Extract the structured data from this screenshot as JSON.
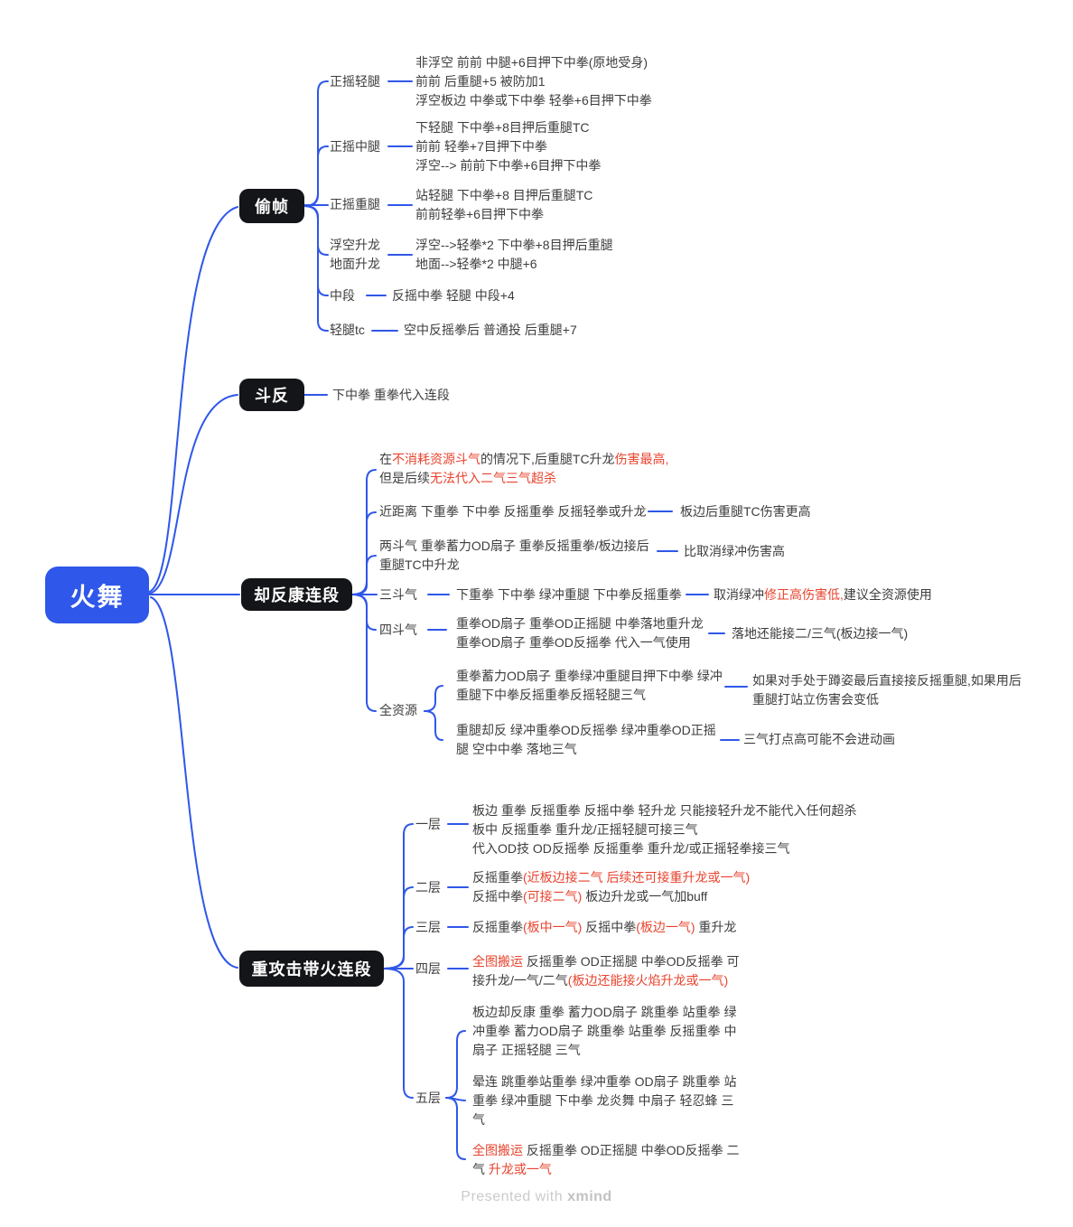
{
  "colors": {
    "accent": "#2f57e9",
    "node_bg": "#141518",
    "text": "#3d3d3d",
    "red": "#e8432e",
    "footer": "#cbcbcb"
  },
  "root": {
    "label": "火舞"
  },
  "b1": {
    "label": "偷帧",
    "c1": {
      "label": "正摇轻腿",
      "lines": [
        [
          {
            "t": "非浮空 前前 中腿+6目押下中拳(原地受身)"
          }
        ],
        [
          {
            "t": "前前 后重腿+5 被防加1"
          }
        ],
        [
          {
            "t": "浮空板边 中拳或下中拳 轻拳+6目押下中拳"
          }
        ]
      ]
    },
    "c2": {
      "label": "正摇中腿",
      "lines": [
        [
          {
            "t": "下轻腿 下中拳+8目押后重腿TC"
          }
        ],
        [
          {
            "t": "前前 轻拳+7目押下中拳"
          }
        ],
        [
          {
            "t": "浮空--> 前前下中拳+6目押下中拳"
          }
        ]
      ]
    },
    "c3": {
      "label": "正摇重腿",
      "lines": [
        [
          {
            "t": "站轻腿 下中拳+8 目押后重腿TC"
          }
        ],
        [
          {
            "t": "前前轻拳+6目押下中拳"
          }
        ]
      ]
    },
    "c4": {
      "label_lines": [
        [
          {
            "t": "浮空升龙"
          }
        ],
        [
          {
            "t": "地面升龙"
          }
        ]
      ],
      "lines": [
        [
          {
            "t": "浮空-->轻拳*2  下中拳+8目押后重腿"
          }
        ],
        [
          {
            "t": "地面-->轻拳*2 中腿+6"
          }
        ]
      ]
    },
    "c5": {
      "label": "中段",
      "lines": [
        [
          {
            "t": "反摇中拳 轻腿 中段+4"
          }
        ]
      ]
    },
    "c6": {
      "label": "轻腿tc",
      "lines": [
        [
          {
            "t": "空中反摇拳后 普通投 后重腿+7"
          }
        ]
      ]
    }
  },
  "b2": {
    "label": "斗反",
    "c1": {
      "lines": [
        [
          {
            "t": "下中拳 重拳代入连段"
          }
        ]
      ]
    }
  },
  "b3": {
    "label": "却反康连段",
    "c1": {
      "lines": [
        [
          {
            "t": "在"
          },
          {
            "t": "不消耗资源斗气",
            "r": 1
          },
          {
            "t": "的情况下,后重腿TC升龙",
            "r": 0
          },
          {
            "t": "伤害最高,",
            "r": 1
          }
        ],
        [
          {
            "t": "但是后续"
          },
          {
            "t": "无法代入二气三气超杀",
            "r": 1
          }
        ]
      ]
    },
    "c2": {
      "lines": [
        [
          {
            "t": "近距离 下重拳 下中拳 反摇重拳 反摇轻拳或升龙"
          }
        ]
      ],
      "note": {
        "lines": [
          [
            {
              "t": "板边后重腿TC伤害更高"
            }
          ]
        ]
      }
    },
    "c3": {
      "lines": [
        [
          {
            "t": "两斗气 重拳蓄力OD扇子 重拳反摇重拳/板边接后"
          }
        ],
        [
          {
            "t": "重腿TC中升龙"
          }
        ]
      ],
      "note": {
        "lines": [
          [
            {
              "t": "比取消绿冲伤害高"
            }
          ]
        ]
      }
    },
    "c4": {
      "label": "三斗气",
      "lines": [
        [
          {
            "t": "下重拳 下中拳 绿冲重腿 下中拳反摇重拳"
          }
        ]
      ],
      "note": {
        "lines": [
          [
            {
              "t": "取消绿冲"
            },
            {
              "t": "修正高伤害低,",
              "r": 1
            },
            {
              "t": "建议全资源使用"
            }
          ]
        ]
      }
    },
    "c5": {
      "label": "四斗气",
      "lines": [
        [
          {
            "t": "重拳OD扇子 重拳OD正摇腿 中拳落地重升龙"
          }
        ],
        [
          {
            "t": "重拳OD扇子 重拳OD反摇拳 代入一气使用"
          }
        ]
      ],
      "note": {
        "lines": [
          [
            {
              "t": "落地还能接二/三气(板边接一气)"
            }
          ]
        ]
      }
    },
    "c6": {
      "label": "全资源",
      "a": {
        "lines": [
          [
            {
              "t": "重拳蓄力OD扇子 重拳绿冲重腿目押下中拳 绿冲"
            }
          ],
          [
            {
              "t": "重腿下中拳反摇重拳反摇轻腿三气"
            }
          ]
        ],
        "note": {
          "lines": [
            [
              {
                "t": "如果对手处于蹲姿最后直接接反摇重腿,如果用后"
              }
            ],
            [
              {
                "t": "重腿打站立伤害会变低"
              }
            ]
          ]
        }
      },
      "b": {
        "lines": [
          [
            {
              "t": "重腿却反 绿冲重拳OD反摇拳 绿冲重拳OD正摇"
            }
          ],
          [
            {
              "t": "腿 空中中拳 落地三气"
            }
          ]
        ],
        "note": {
          "lines": [
            [
              {
                "t": "三气打点高可能不会进动画"
              }
            ]
          ]
        }
      }
    }
  },
  "b4": {
    "label": "重攻击带火连段",
    "c1": {
      "label": "一层",
      "lines": [
        [
          {
            "t": "板边 重拳 反摇重拳 反摇中拳 轻升龙 只能接轻升龙不能代入任何超杀"
          }
        ],
        [
          {
            "t": "板中 反摇重拳 重升龙/正摇轻腿可接三气"
          }
        ],
        [
          {
            "t": "代入OD技  OD反摇拳 反摇重拳 重升龙/或正摇轻拳接三气"
          }
        ]
      ]
    },
    "c2": {
      "label": "二层",
      "lines": [
        [
          {
            "t": "反摇重拳"
          },
          {
            "t": "(近板边接二气 后续还可接重升龙或一气)",
            "r": 1
          }
        ],
        [
          {
            "t": "反摇中拳"
          },
          {
            "t": "(可接二气)",
            "r": 1
          },
          {
            "t": " 板边升龙或一气加buff"
          }
        ]
      ]
    },
    "c3": {
      "label": "三层",
      "lines": [
        [
          {
            "t": "反摇重拳"
          },
          {
            "t": "(板中一气)",
            "r": 1
          },
          {
            "t": "  反摇中拳"
          },
          {
            "t": "(板边一气)",
            "r": 1
          },
          {
            "t": "  重升龙"
          }
        ]
      ]
    },
    "c4": {
      "label": "四层",
      "lines": [
        [
          {
            "t": "全图搬运",
            "r": 1
          },
          {
            "t": " 反摇重拳  OD正摇腿 中拳OD反摇拳 可"
          }
        ],
        [
          {
            "t": "接升龙/一气/二气"
          },
          {
            "t": "(板边还能接火焰升龙或一气)",
            "r": 1
          }
        ]
      ]
    },
    "c5": {
      "label": "五层",
      "a": {
        "lines": [
          [
            {
              "t": "板边却反康 重拳 蓄力OD扇子 跳重拳 站重拳 绿"
            }
          ],
          [
            {
              "t": "冲重拳 蓄力OD扇子 跳重拳 站重拳 反摇重拳 中"
            }
          ],
          [
            {
              "t": "扇子 正摇轻腿 三气"
            }
          ]
        ]
      },
      "b": {
        "lines": [
          [
            {
              "t": "晕连  跳重拳站重拳 绿冲重拳 OD扇子 跳重拳 站"
            }
          ],
          [
            {
              "t": "重拳 绿冲重腿 下中拳 龙炎舞 中扇子 轻忍蜂 三"
            }
          ],
          [
            {
              "t": "气"
            }
          ]
        ]
      },
      "c": {
        "lines": [
          [
            {
              "t": "全图搬运",
              "r": 1
            },
            {
              "t": " 反摇重拳 OD正摇腿 中拳OD反摇拳 二"
            }
          ],
          [
            {
              "t": "气 "
            },
            {
              "t": "升龙或一气",
              "r": 1
            }
          ]
        ]
      }
    }
  },
  "footer": {
    "prefix": "Presented with ",
    "brand": "xmind"
  }
}
